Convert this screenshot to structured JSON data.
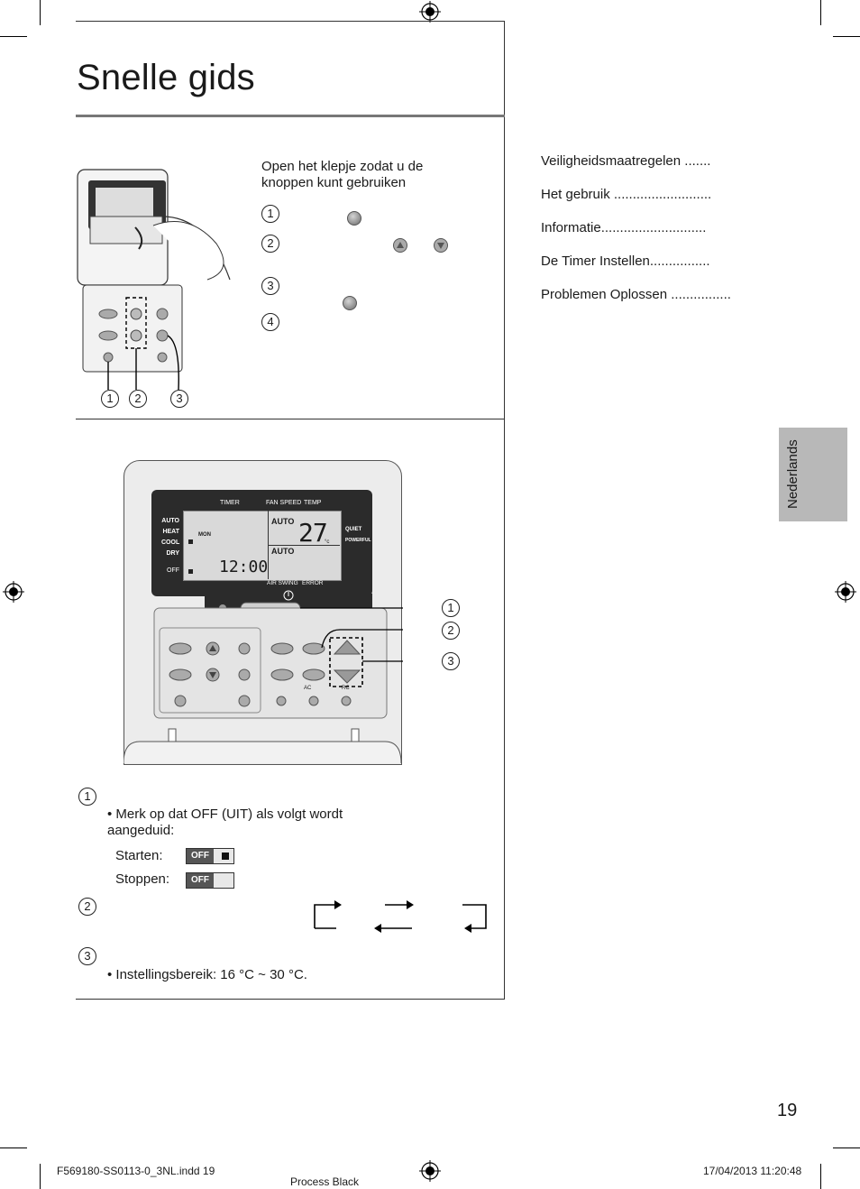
{
  "title": "Snelle gids",
  "step_open": "Open het klepje zodat u de knoppen kunt gebruiken",
  "steps": [
    "1",
    "2",
    "3",
    "4"
  ],
  "callouts": [
    "1",
    "2",
    "3"
  ],
  "display": {
    "timer": "TIMER",
    "fan_speed": "FAN SPEED",
    "temp": "TEMP",
    "modes": [
      "AUTO",
      "HEAT",
      "COOL",
      "DRY",
      "OFF"
    ],
    "day": "MON",
    "fan_auto": "AUTO",
    "swing_auto": "AUTO",
    "temperature": "27",
    "unit": "°c",
    "quiet": "QUIET",
    "powerful": "POWERFUL",
    "clock": "12:00",
    "air_swing": "AIR SWING",
    "error": "ERROR",
    "ac_label": "AC",
    "rc_label": "RC"
  },
  "notes": {
    "off_note": "• Merk op dat OFF (UIT) als volgt wordt aangeduid:",
    "start_label": "Starten:",
    "stop_label": "Stoppen:",
    "off_indicator": "OFF",
    "range_note": "• Instellingsbereik: 16 °C ~ 30 °C."
  },
  "toc": [
    "Veiligheidsmaatregelen .......",
    "Het gebruik ..........................",
    "Informatie............................",
    "De Timer Instellen................",
    "Problemen Oplossen ................"
  ],
  "side_tab": "Nederlands",
  "page_number": "19",
  "footer": {
    "file": "F569180-SS0113-0_3NL.indd   19",
    "plate": "Process Black",
    "date": "17/04/2013   11:20:48"
  }
}
